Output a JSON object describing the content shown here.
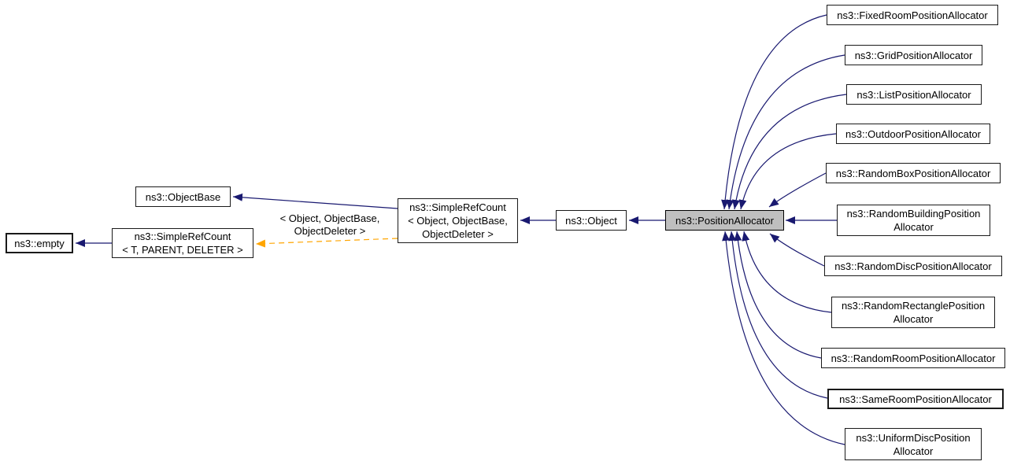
{
  "diagram": {
    "kind": "class-inheritance-graph",
    "focus_node": "ns3::PositionAllocator",
    "edge_label": "< Object, ObjectBase,\nObjectDeleter >",
    "colors": {
      "inheritance_edge": "#191970",
      "template_edge": "#ffa500",
      "focus_fill": "#bfbfbf",
      "node_border": "#1a1a1a",
      "background": "#ffffff"
    },
    "nodes": {
      "empty": {
        "label": "ns3::empty"
      },
      "simpleRefCountT": {
        "label": "ns3::SimpleRefCount\n< T, PARENT, DELETER >"
      },
      "objectBase": {
        "label": "ns3::ObjectBase"
      },
      "simpleRefCountObj": {
        "label": "ns3::SimpleRefCount\n< Object, ObjectBase,\nObjectDeleter >"
      },
      "object": {
        "label": "ns3::Object"
      },
      "positionAllocator": {
        "label": "ns3::PositionAllocator"
      },
      "fixedRoom": {
        "label": "ns3::FixedRoomPositionAllocator"
      },
      "grid": {
        "label": "ns3::GridPositionAllocator"
      },
      "list": {
        "label": "ns3::ListPositionAllocator"
      },
      "outdoor": {
        "label": "ns3::OutdoorPositionAllocator"
      },
      "randomBox": {
        "label": "ns3::RandomBoxPositionAllocator"
      },
      "randomBuilding": {
        "label": "ns3::RandomBuildingPosition\nAllocator"
      },
      "randomDisc": {
        "label": "ns3::RandomDiscPositionAllocator"
      },
      "randomRectangle": {
        "label": "ns3::RandomRectanglePosition\nAllocator"
      },
      "randomRoom": {
        "label": "ns3::RandomRoomPositionAllocator"
      },
      "sameRoom": {
        "label": "ns3::SameRoomPositionAllocator"
      },
      "uniformDisc": {
        "label": "ns3::UniformDiscPosition\nAllocator"
      }
    },
    "edges": [
      {
        "id": "simpleRefCountT-empty",
        "from": "simpleRefCountT",
        "to": "empty",
        "type": "inheritance"
      },
      {
        "id": "simpleRefCountObj-objectBase",
        "from": "simpleRefCountObj",
        "to": "objectBase",
        "type": "inheritance"
      },
      {
        "id": "simpleRefCountObj-template",
        "from": "simpleRefCountObj",
        "to": "simpleRefCountT",
        "type": "template"
      },
      {
        "id": "object-simpleRefCountObj",
        "from": "object",
        "to": "simpleRefCountObj",
        "type": "inheritance"
      },
      {
        "id": "positionAllocator-object",
        "from": "positionAllocator",
        "to": "object",
        "type": "inheritance"
      },
      {
        "id": "fixedRoom-positionAllocator",
        "from": "fixedRoom",
        "to": "positionAllocator",
        "type": "inheritance"
      },
      {
        "id": "grid-positionAllocator",
        "from": "grid",
        "to": "positionAllocator",
        "type": "inheritance"
      },
      {
        "id": "list-positionAllocator",
        "from": "list",
        "to": "positionAllocator",
        "type": "inheritance"
      },
      {
        "id": "outdoor-positionAllocator",
        "from": "outdoor",
        "to": "positionAllocator",
        "type": "inheritance"
      },
      {
        "id": "randomBox-positionAllocator",
        "from": "randomBox",
        "to": "positionAllocator",
        "type": "inheritance"
      },
      {
        "id": "randomBuilding-positionAllocator",
        "from": "randomBuilding",
        "to": "positionAllocator",
        "type": "inheritance"
      },
      {
        "id": "randomDisc-positionAllocator",
        "from": "randomDisc",
        "to": "positionAllocator",
        "type": "inheritance"
      },
      {
        "id": "randomRectangle-positionAllocator",
        "from": "randomRectangle",
        "to": "positionAllocator",
        "type": "inheritance"
      },
      {
        "id": "randomRoom-positionAllocator",
        "from": "randomRoom",
        "to": "positionAllocator",
        "type": "inheritance"
      },
      {
        "id": "sameRoom-positionAllocator",
        "from": "sameRoom",
        "to": "positionAllocator",
        "type": "inheritance"
      },
      {
        "id": "uniformDisc-positionAllocator",
        "from": "uniformDisc",
        "to": "positionAllocator",
        "type": "inheritance"
      }
    ]
  }
}
